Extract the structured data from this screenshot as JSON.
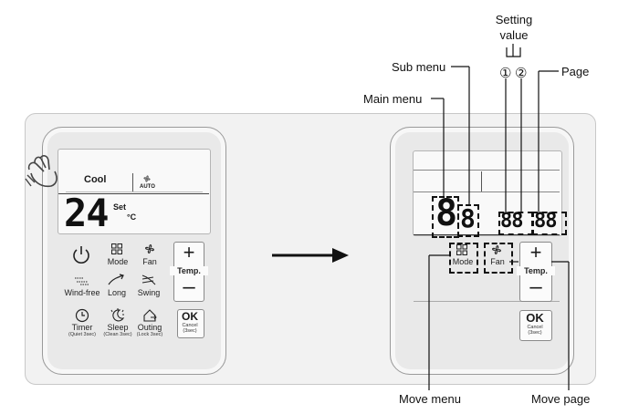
{
  "left_panel": {
    "mode_text": "Cool",
    "fan_mode_text": "AUTO",
    "temperature": "24",
    "set_label": "Set",
    "unit": "°C",
    "buttons": {
      "mode": "Mode",
      "fan": "Fan",
      "wind_free": "Wind-free",
      "long": "Long",
      "swing": "Swing",
      "timer": "Timer",
      "timer_sub": "(Quiet 3sec)",
      "sleep": "Sleep",
      "sleep_sub": "(Clean 3sec)",
      "outing": "Outing",
      "outing_sub": "(Lock 3sec)",
      "temp": "Temp.",
      "ok": "OK",
      "ok_sub1": "Cancel",
      "ok_sub2": "(3sec)"
    }
  },
  "right_panel": {
    "main_digit": "8",
    "sub_digit": "8",
    "setting_digits": "88",
    "page_digits": "88",
    "buttons": {
      "mode": "Mode",
      "fan": "Fan",
      "temp": "Temp.",
      "ok": "OK",
      "ok_sub1": "Cancel",
      "ok_sub2": "(3sec)"
    }
  },
  "annotations": {
    "setting_value_line1": "Setting",
    "setting_value_line2": "value",
    "setting_1": "①",
    "setting_2": "②",
    "sub_menu": "Sub menu",
    "page": "Page",
    "main_menu": "Main menu",
    "move_menu": "Move menu",
    "move_page": "Move page"
  },
  "colors": {
    "line": "#111111",
    "panel": "#e9e9e9",
    "backplate": "#f2f2f2"
  },
  "icons": [
    "hand-touch-icon",
    "fan-icon",
    "power-icon",
    "mode-grid-icon",
    "wind-free-icon",
    "long-icon",
    "swing-icon",
    "timer-icon",
    "sleep-icon",
    "outing-icon",
    "arrow-right-icon"
  ]
}
